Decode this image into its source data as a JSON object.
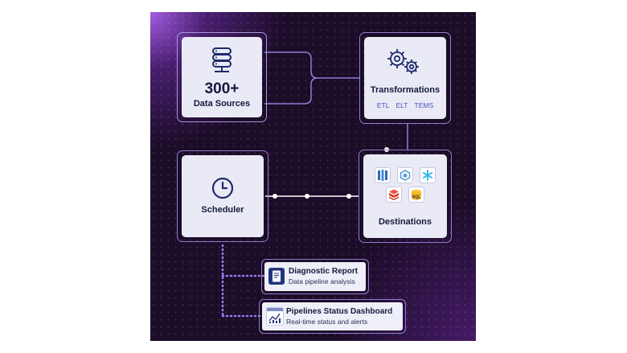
{
  "data_sources": {
    "count": "300+",
    "label": "Data Sources",
    "icon": "database-server-icon"
  },
  "transformations": {
    "label": "Transformations",
    "tags": [
      "ETL",
      "ELT",
      "TEMS"
    ],
    "icon": "gears-icon"
  },
  "scheduler": {
    "label": "Scheduler",
    "icon": "clock-icon"
  },
  "destinations": {
    "label": "Destinations",
    "logos": [
      {
        "icon": "redshift-icon",
        "color": "#2e6ab5"
      },
      {
        "icon": "hexagon-warehouse-icon",
        "color": "#5aa0d8"
      },
      {
        "icon": "snowflake-icon",
        "color": "#29b5e8"
      },
      {
        "icon": "stacked-db-icon",
        "color": "#d93a2b"
      },
      {
        "icon": "sql-db-icon",
        "color": "#f2b81e",
        "text": "SQL"
      }
    ]
  },
  "diagnostic_report": {
    "title": "Diagnostic Report",
    "subtitle": "Data pipeline analysis",
    "icon": "report-icon"
  },
  "status_dashboard": {
    "title": "Pipelines Status Dashboard",
    "subtitle": "Real-time status and alerts",
    "icon": "chart-dashboard-icon"
  },
  "colors": {
    "background": "#1b0c27",
    "card": "#e9eaf6",
    "frame": "#8f7fd0",
    "text": "#141a3d",
    "accent": "#4a4fb5"
  }
}
